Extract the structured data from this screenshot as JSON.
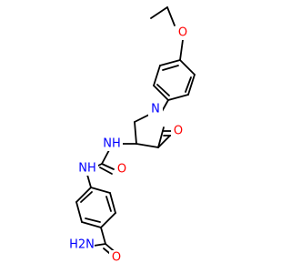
{
  "atoms": {
    "ether_oxygen": "O",
    "ring_nitrogen": "N",
    "lactam_oxygen": "O",
    "urea_nh_1": "NH",
    "urea_oxygen": "O",
    "urea_nh_2": "NH",
    "amide_nh2": "H2N",
    "amide_oxygen": "O"
  },
  "colors": {
    "nitrogen": "#0000ff",
    "oxygen": "#ff0000",
    "carbon_bond": "#000000"
  }
}
